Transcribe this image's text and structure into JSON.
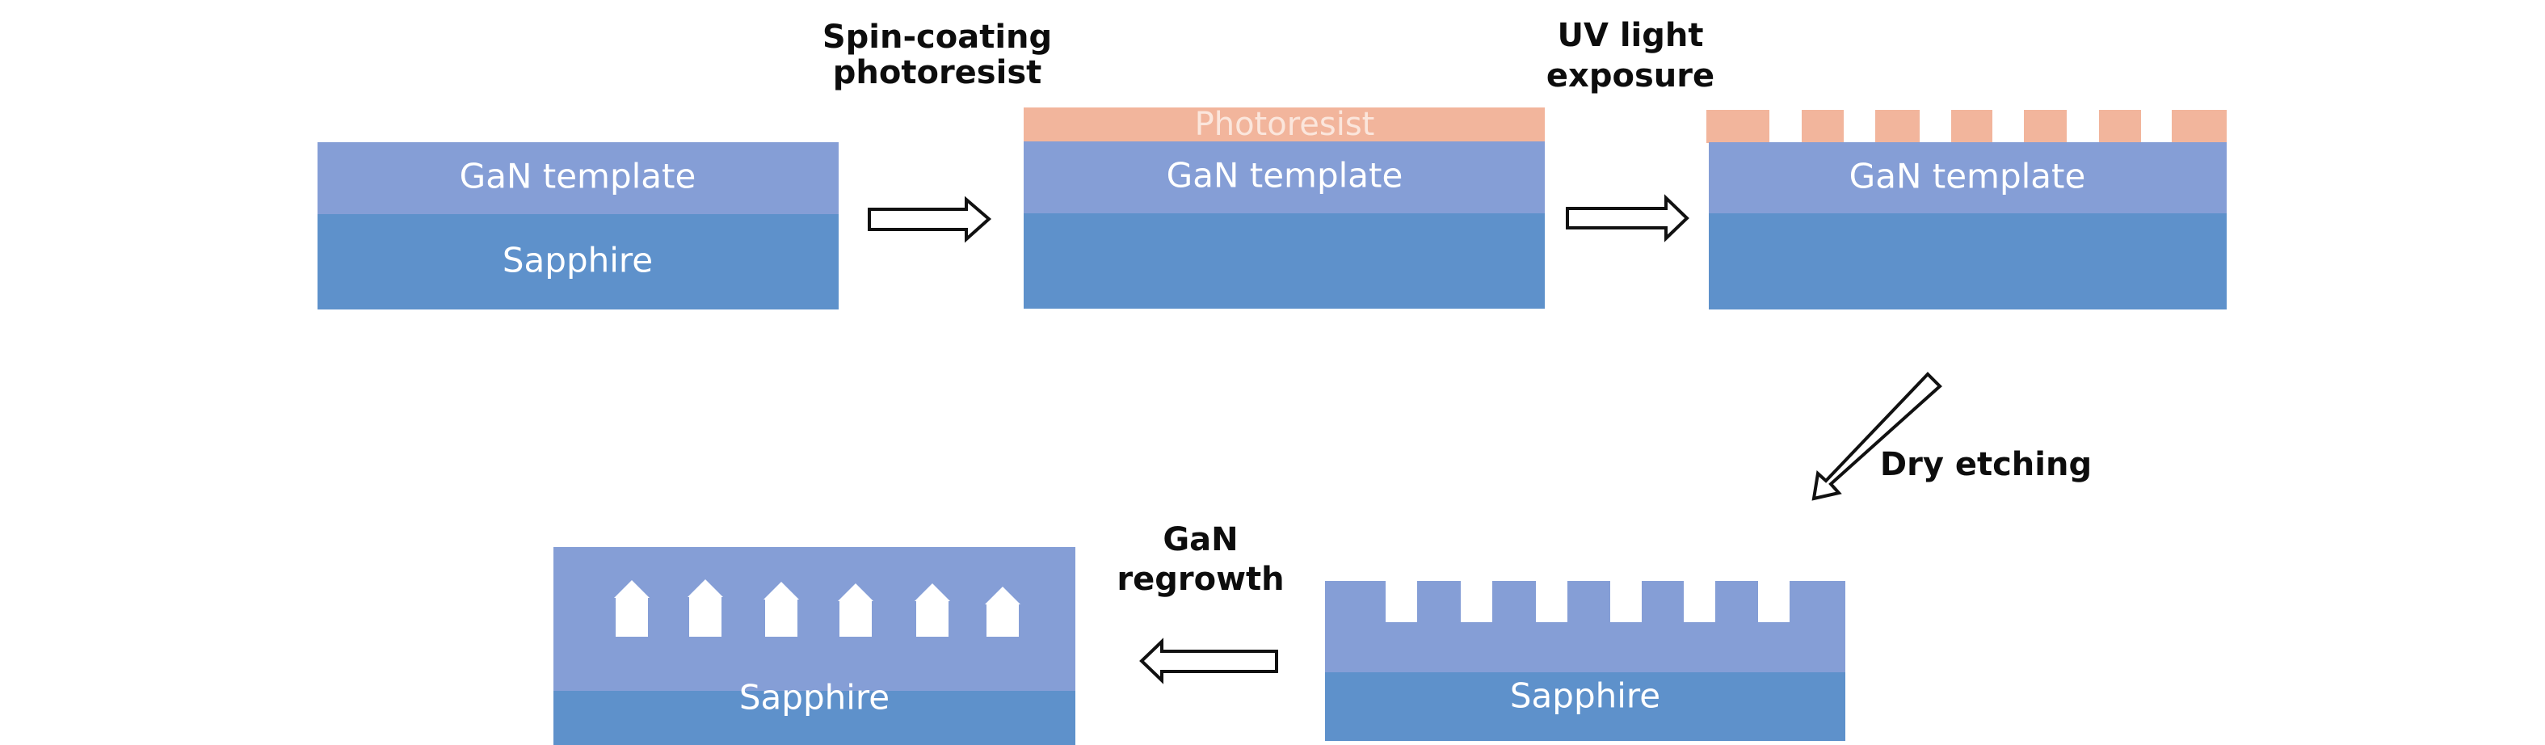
{
  "colors": {
    "gan": "#859ed6",
    "sapphire": "#5e91cb",
    "photoresist": "#f2b59c",
    "background": "#ffffff",
    "arrow_stroke": "#111111",
    "text": "#0d0d0d"
  },
  "stages": [
    {
      "id": "initial",
      "layers": {
        "photoresist": null,
        "gan": "GaN template",
        "sapphire": "Sapphire"
      }
    },
    {
      "id": "spin-coated",
      "layers": {
        "photoresist": "Photoresist",
        "gan": "GaN template",
        "sapphire": ""
      }
    },
    {
      "id": "exposed",
      "layers": {
        "photoresist": "",
        "gan": "GaN template",
        "sapphire": ""
      },
      "photoresist_pillars": 7
    },
    {
      "id": "etched",
      "layers": {
        "gan": "",
        "sapphire": "Sapphire"
      },
      "trenches": 6
    },
    {
      "id": "regrown",
      "layers": {
        "gan": "",
        "sapphire": "Sapphire"
      },
      "voids": 6
    }
  ],
  "steps": [
    {
      "id": "spin-coating",
      "label_lines": [
        "Spin-coating",
        "photoresist"
      ],
      "direction": "right"
    },
    {
      "id": "uv-exposure",
      "label_lines": [
        "UV light",
        "exposure"
      ],
      "direction": "right"
    },
    {
      "id": "dry-etching",
      "label_lines": [
        "Dry etching"
      ],
      "direction": "down-left"
    },
    {
      "id": "gan-regrowth",
      "label_lines": [
        "GaN",
        "regrowth"
      ],
      "direction": "left"
    }
  ]
}
